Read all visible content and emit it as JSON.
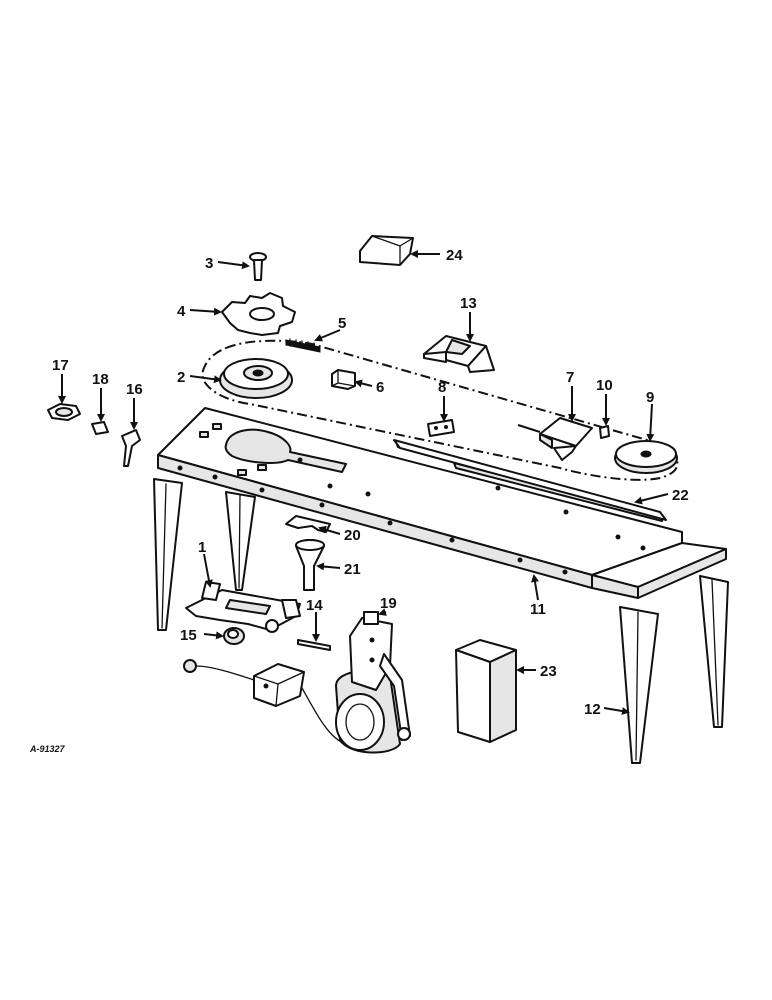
{
  "diagram": {
    "reference_code": "A-91327",
    "callouts": [
      "1",
      "2",
      "3",
      "4",
      "5",
      "6",
      "7",
      "8",
      "9",
      "10",
      "11",
      "12",
      "13",
      "14",
      "15",
      "16",
      "17",
      "18",
      "19",
      "20",
      "21",
      "22",
      "23",
      "24"
    ]
  }
}
